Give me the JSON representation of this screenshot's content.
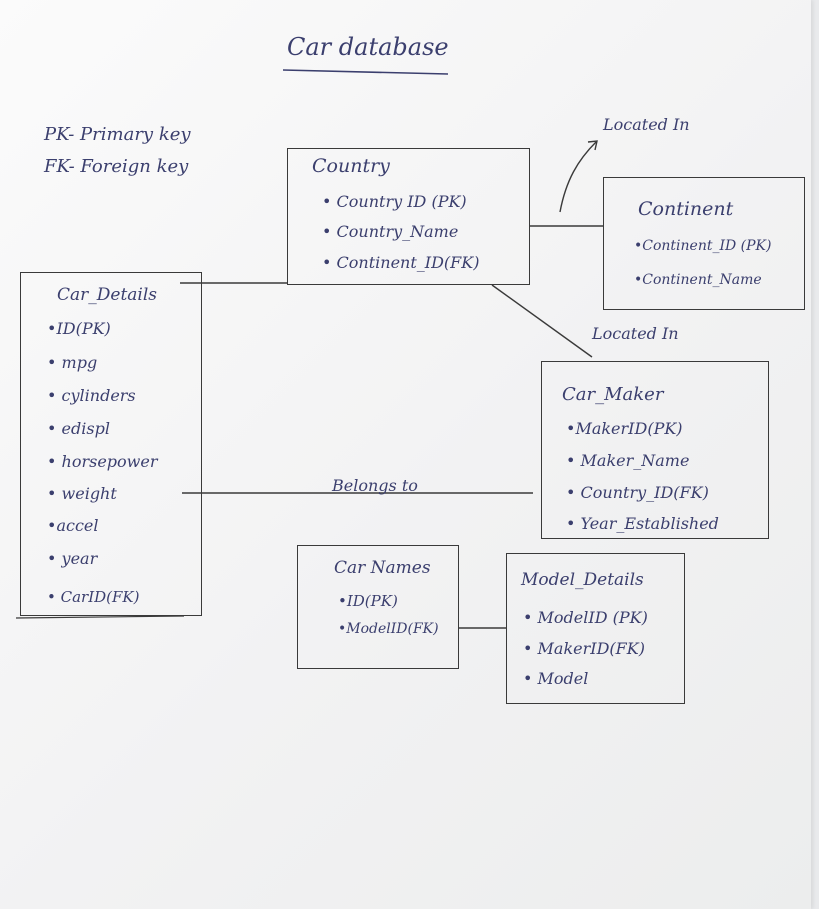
{
  "title": "Car database",
  "legend": [
    "PK- Primary key",
    "FK- Foreign key"
  ],
  "entities": {
    "country": {
      "name": "Country",
      "attributes": [
        "Country ID (PK)",
        "Country_Name",
        "Continent_ID(FK)"
      ]
    },
    "continent": {
      "name": "Continent",
      "attributes": [
        "Continent_ID (PK)",
        "Continent_Name"
      ]
    },
    "car_details": {
      "name": "Car_Details",
      "attributes": [
        "ID(PK)",
        "mpg",
        "cylinders",
        "edispl",
        "horsepower",
        "weight",
        "accel",
        "year",
        "CarID(FK)"
      ]
    },
    "car_maker": {
      "name": "Car_Maker",
      "attributes": [
        "MakerID(PK)",
        "Maker_Name",
        "Country_ID(FK)",
        "Year_Established"
      ]
    },
    "car_names": {
      "name": "Car Names",
      "attributes": [
        "ID(PK)",
        "ModelID(FK)"
      ]
    },
    "model_details": {
      "name": "Model_Details",
      "attributes": [
        "ModelID (PK)",
        "MakerID(FK)",
        "Model"
      ]
    }
  },
  "relationships": {
    "country_continent": "Located In",
    "country_maker": "Located In",
    "details_maker": "Belongs to"
  },
  "colors": {
    "ink": "#3b3f6e",
    "lines": "#3a3a3a",
    "paper": "#f7f7f7"
  }
}
